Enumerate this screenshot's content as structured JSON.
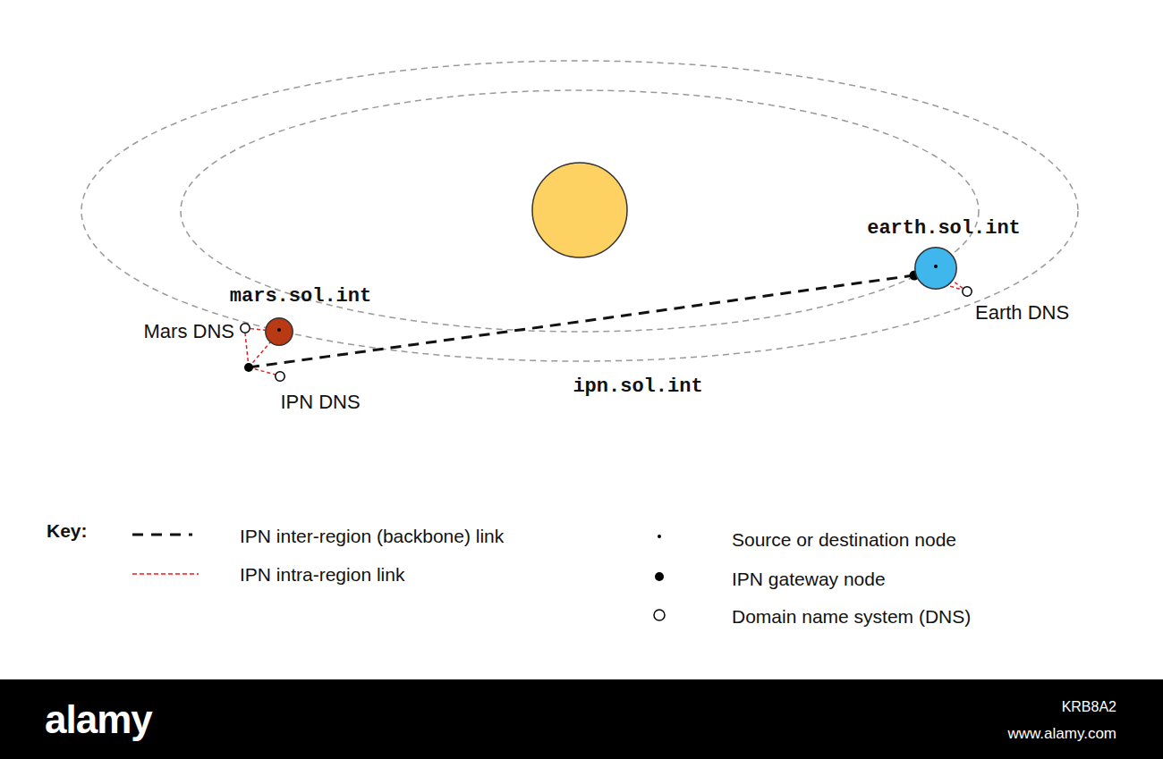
{
  "diagram": {
    "nodes": [
      {
        "text": [
          "earth.sol.int"
        ]
      },
      {
        "text": [
          "mars.sol.int"
        ]
      },
      {
        "text": [
          "Mars DNS"
        ]
      },
      {
        "text": [
          "Earth DNS"
        ]
      },
      {
        "text": [
          "IPN DNS"
        ]
      }
    ],
    "edges": [
      {
        "from": 2,
        "to": 1,
        "arrow": "none"
      },
      {
        "from": 3,
        "to": 0,
        "arrow": "none"
      }
    ],
    "labels": [
      "ipn.sol.int",
      "Key:",
      "alamy",
      "KRB8A2",
      "www.alamy.com"
    ],
    "legend": [
      {
        "text": "IPN inter-region (backbone) link"
      },
      {
        "text": "IPN intra-region link"
      },
      {
        "text": "Source or destination node"
      },
      {
        "text": "IPN gateway node"
      },
      {
        "text": "Domain name system (DNS)"
      }
    ]
  }
}
